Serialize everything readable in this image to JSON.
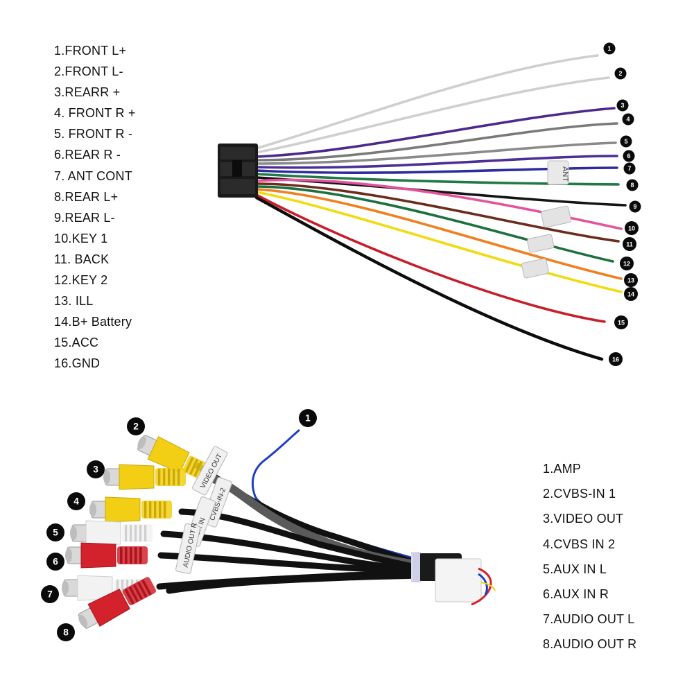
{
  "harness_top": {
    "legend": [
      "1.FRONT L+",
      "2.FRONT L-",
      "3.REARR +",
      "4. FRONT R +",
      "5. FRONT R -",
      "6.REAR R -",
      "7. ANT CONT",
      "8.REAR L+",
      "9.REAR L-",
      "10.KEY 1",
      "11. BACK",
      "12.KEY 2",
      "13. ILL",
      "14.B+ Battery",
      "15.ACC",
      "16.GND"
    ],
    "wire_numbers": [
      "1",
      "2",
      "3",
      "4",
      "5",
      "6",
      "7",
      "8",
      "9",
      "10",
      "11",
      "12",
      "13",
      "14",
      "15",
      "16"
    ],
    "wire_colors": [
      "#e6e6e6",
      "#d9d9d9",
      "#4b2a8c",
      "#7a7a7a",
      "#8a8a8a",
      "#4a2f96",
      "#2c2c9e",
      "#1f7a45",
      "#141414",
      "#e4539b",
      "#6b2c1c",
      "#1d7040",
      "#ef7f1f",
      "#f1db12",
      "#c81e2a",
      "#0d0d0d"
    ],
    "tag_text": "ANT"
  },
  "harness_bottom": {
    "legend": [
      "1.AMP",
      "2.CVBS-IN 1",
      "3.VIDEO OUT",
      "4.CVBS IN 2",
      "5.AUX IN L",
      "6.AUX IN R",
      "7.AUDIO OUT L",
      "8.AUDIO OUT R"
    ],
    "connector_numbers": [
      "1",
      "2",
      "3",
      "4",
      "5",
      "6",
      "7",
      "8"
    ],
    "label_tags": [
      "VIDEO OUT",
      "CVBS-IN-2",
      "AUX IN",
      "AUDIO OUT R"
    ],
    "connector_colors": {
      "amp_wire": "#1e3fbf",
      "yellow": "#f2cf14",
      "white": "#f2f2f2",
      "red": "#d3222b",
      "cable": "#111111"
    }
  }
}
